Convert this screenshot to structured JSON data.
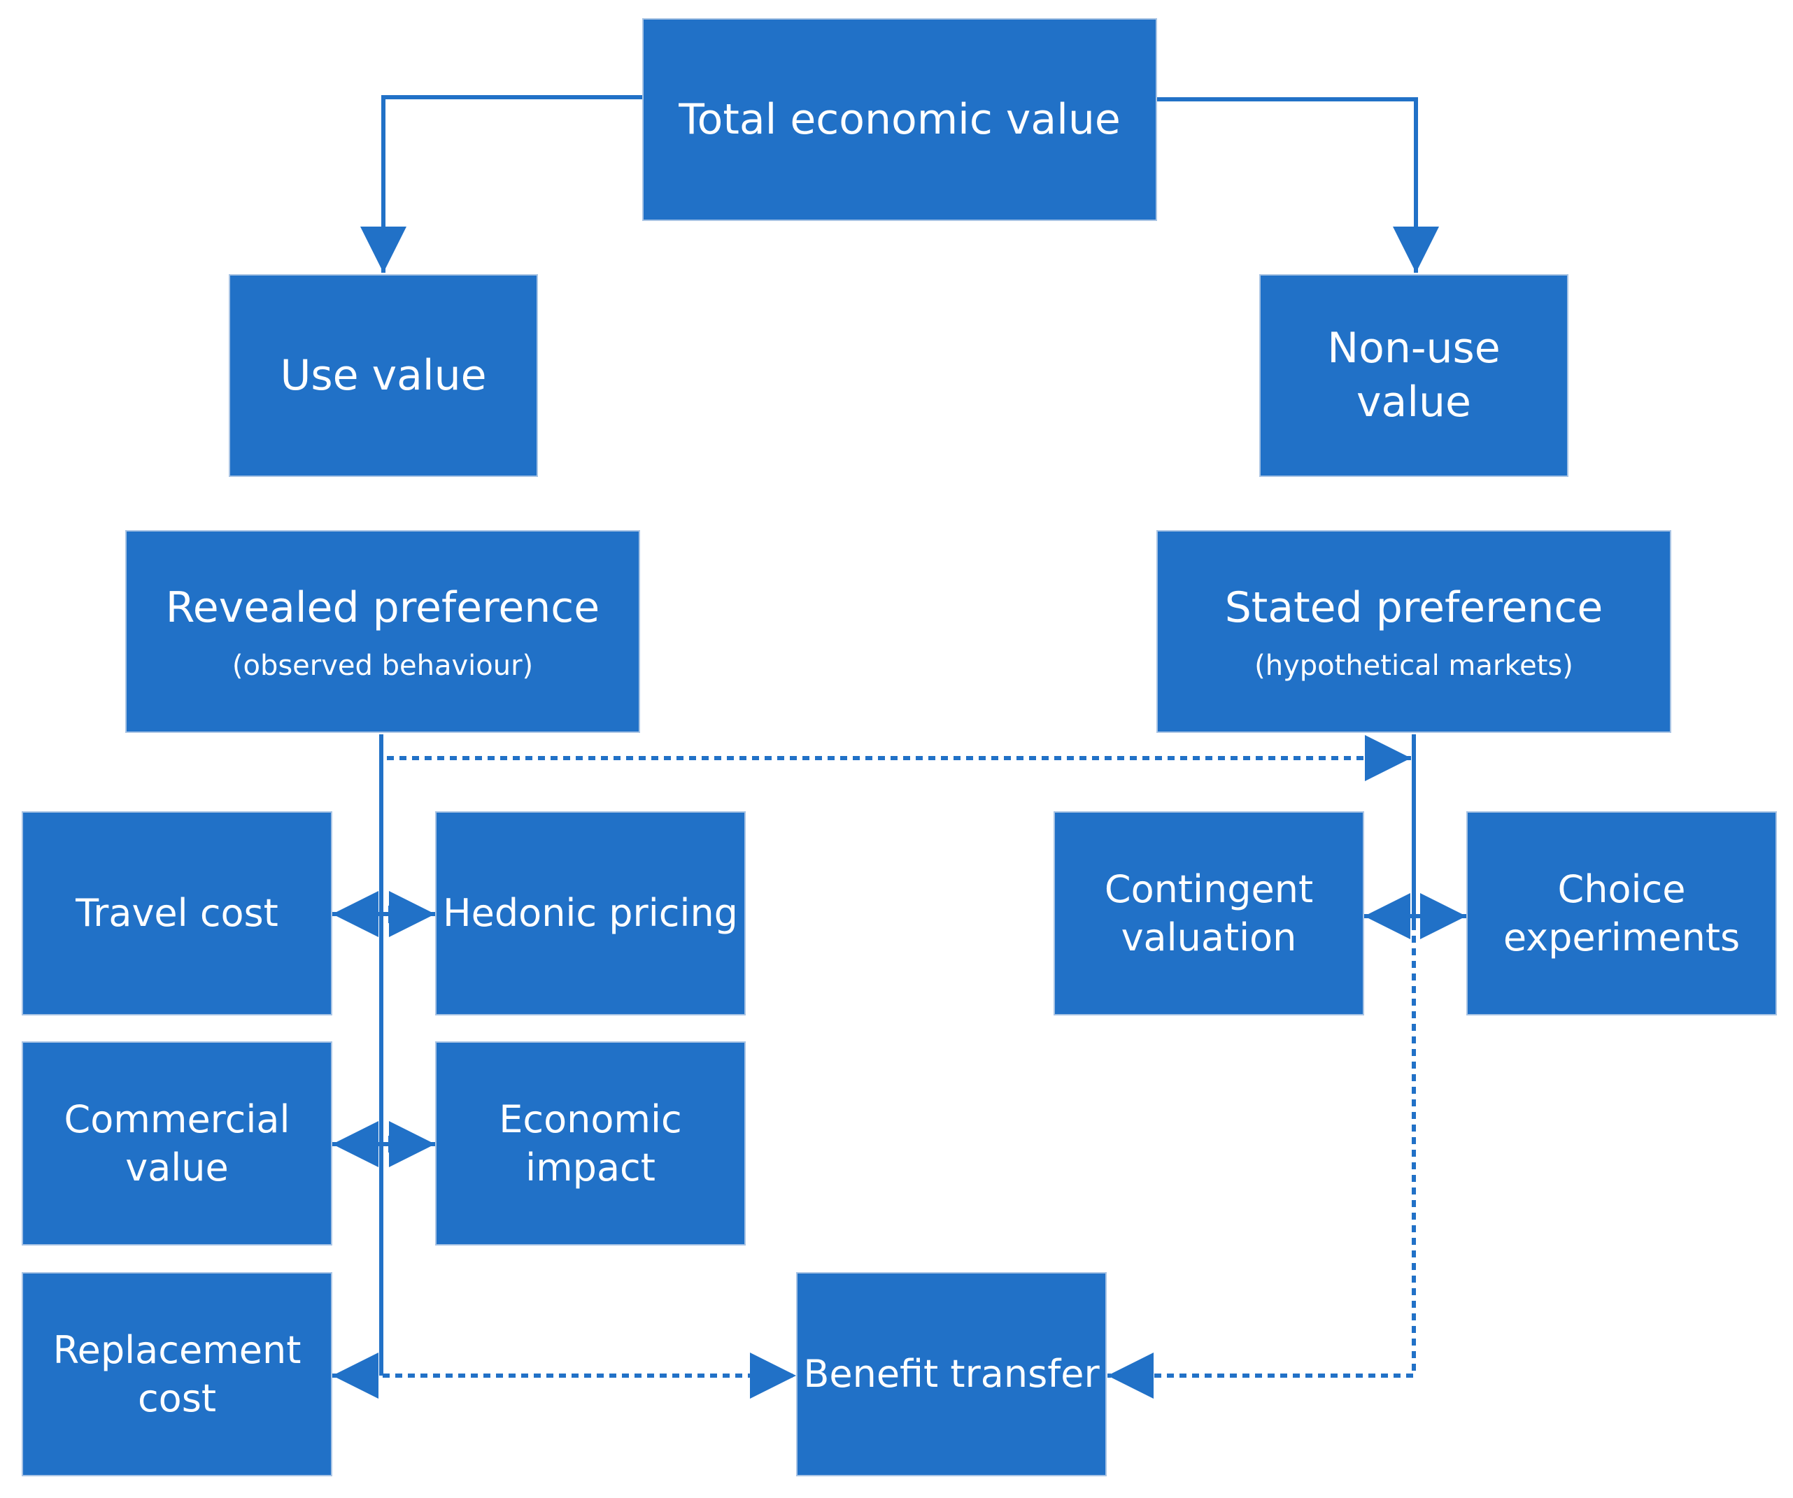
{
  "colors": {
    "box_fill": "#2171c7",
    "box_border": "#a9c4e4",
    "connector": "#2171c7",
    "text": "#ffffff"
  },
  "nodes": {
    "total": {
      "label": "Total economic value"
    },
    "use": {
      "label": "Use value"
    },
    "nonuse": {
      "label": "Non-use\nvalue"
    },
    "revealed": {
      "label": "Revealed preference",
      "sub": "(observed behaviour)"
    },
    "stated": {
      "label": "Stated preference",
      "sub": "(hypothetical markets)"
    },
    "travel": {
      "label": "Travel cost"
    },
    "hedonic": {
      "label": "Hedonic pricing"
    },
    "commercial": {
      "label": "Commercial\nvalue"
    },
    "economic": {
      "label": "Economic\nimpact"
    },
    "replacement": {
      "label": "Replacement\ncost"
    },
    "contingent": {
      "label": "Contingent\nvaluation"
    },
    "choice": {
      "label": "Choice\nexperiments"
    },
    "benefit": {
      "label": "Benefit transfer"
    }
  }
}
